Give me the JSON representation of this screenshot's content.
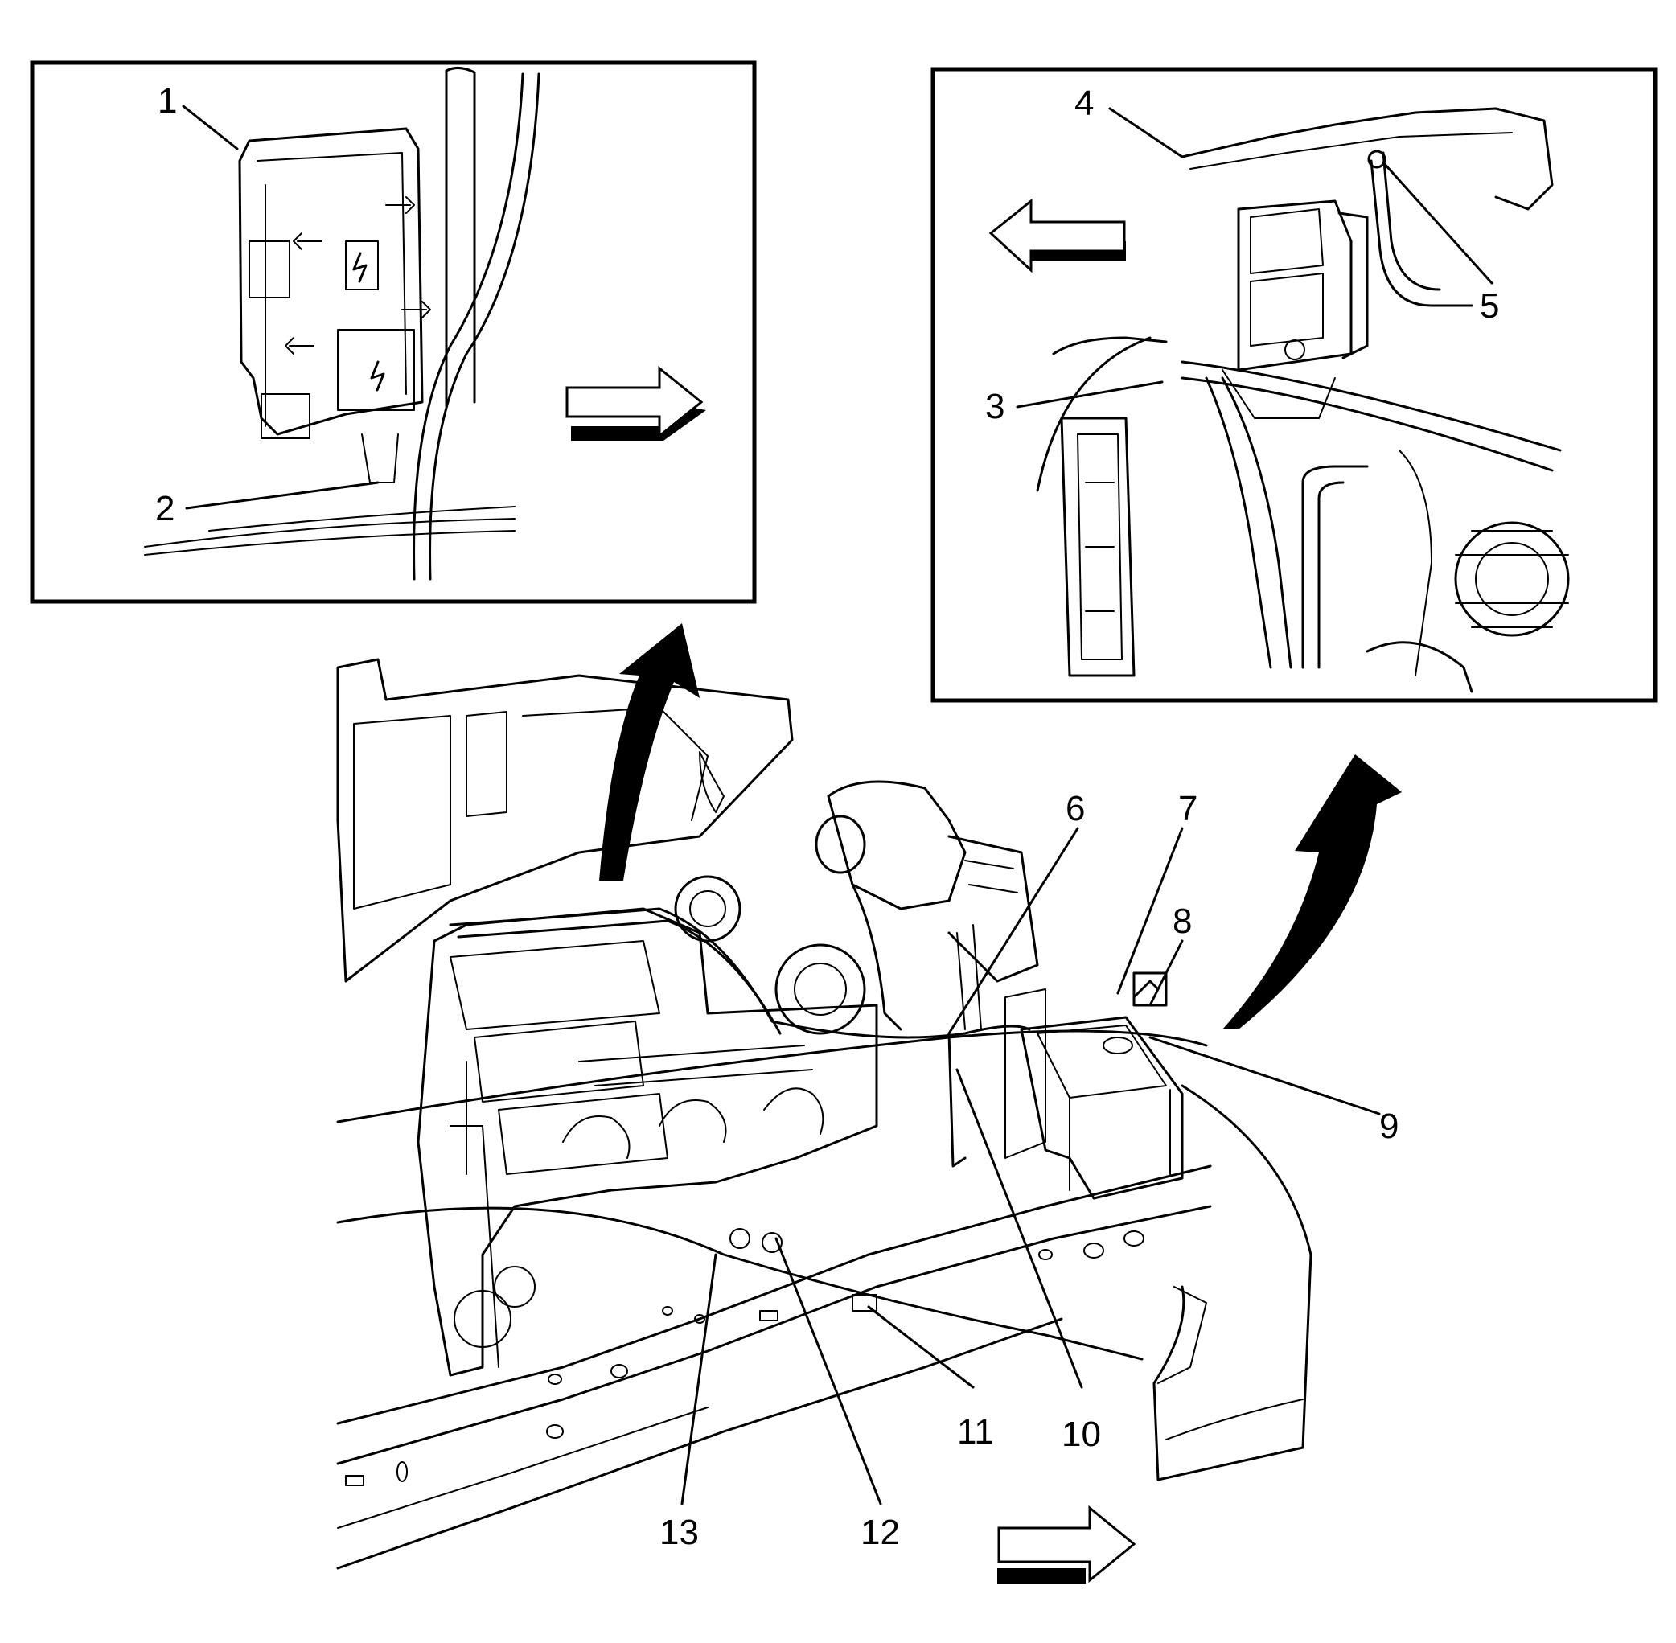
{
  "callouts": {
    "c1": "1",
    "c2": "2",
    "c3": "3",
    "c4": "4",
    "c5": "5",
    "c6": "6",
    "c7": "7",
    "c8": "8",
    "c9": "9",
    "c10": "10",
    "c11": "11",
    "c12": "12",
    "c13": "13"
  },
  "icons": {
    "view_arrow": "hollow-direction-arrow",
    "zoom_arrow": "curved-solid-arrow"
  },
  "colors": {
    "line": "#000000",
    "background": "#ffffff"
  }
}
